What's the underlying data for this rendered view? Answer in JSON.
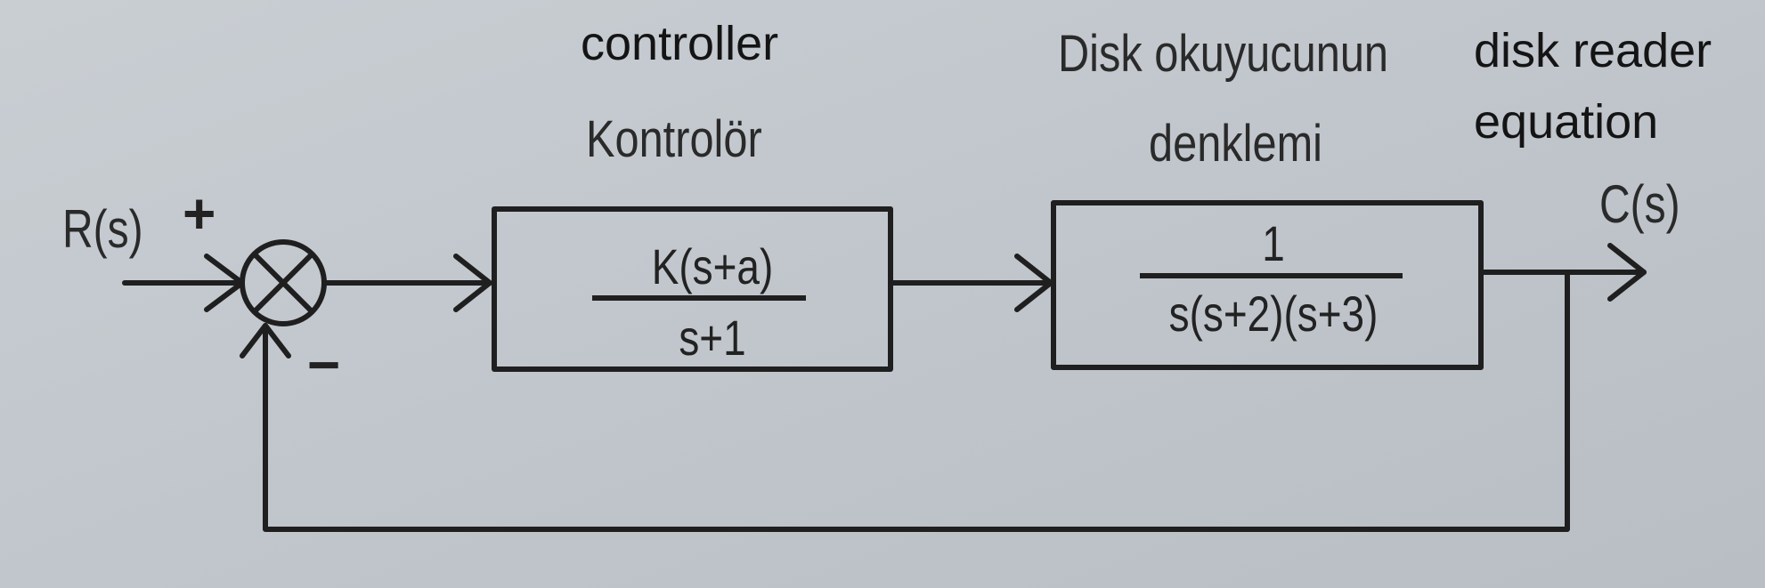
{
  "labels": {
    "controller_en": "controller",
    "controller_tr": "Kontrolör",
    "plant_tr_line1": "Disk okuyucunun",
    "plant_tr_line2": "denklemi",
    "plant_en_line1": "disk reader",
    "plant_en_line2": "equation"
  },
  "signals": {
    "input": "R(s)",
    "output": "C(s)",
    "plus_sign": "+",
    "minus_sign": "−"
  },
  "blocks": {
    "controller": {
      "numerator": "K(s+a)",
      "denominator": "s+1"
    },
    "plant": {
      "numerator": "1",
      "denominator": "s(s+2)(s+3)"
    }
  }
}
